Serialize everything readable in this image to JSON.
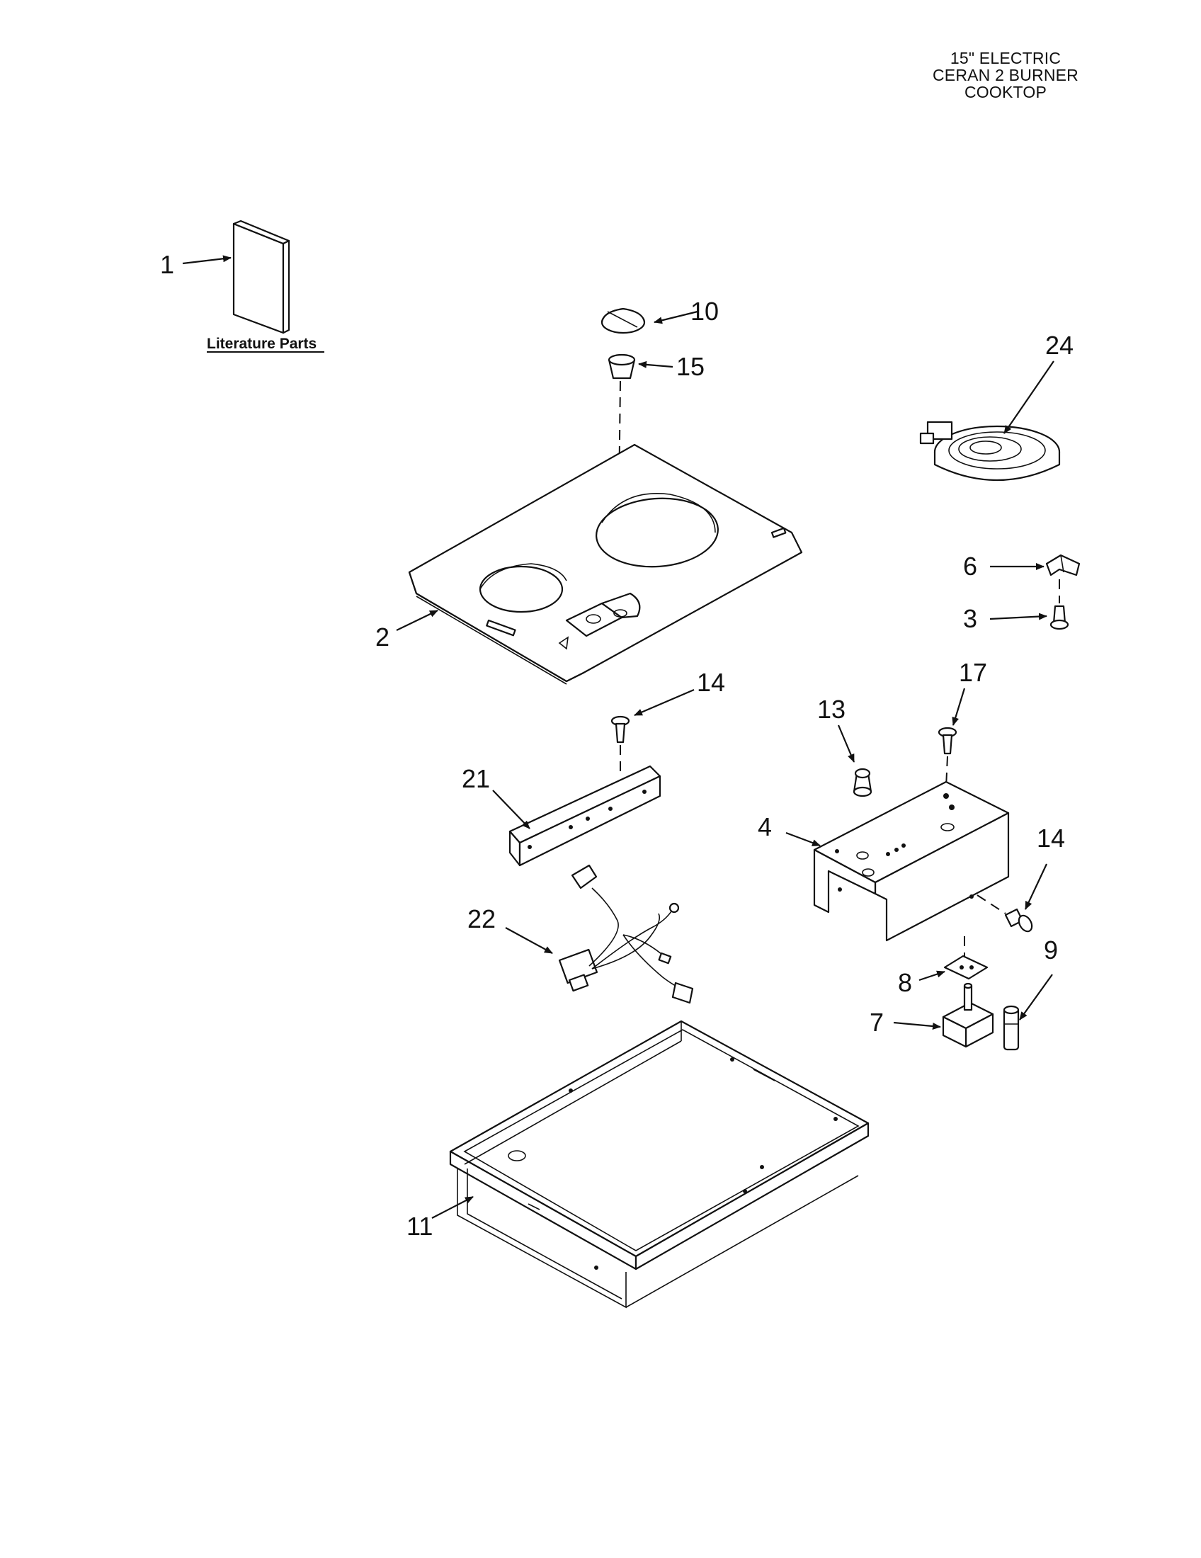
{
  "title": {
    "line1": "15\" ELECTRIC",
    "line2": "CERAN 2 BURNER",
    "line3": "COOKTOP"
  },
  "literature_label": "Literature Parts",
  "callouts": {
    "c1": "1",
    "c2": "2",
    "c3": "3",
    "c4": "4",
    "c6": "6",
    "c7": "7",
    "c8": "8",
    "c9": "9",
    "c10": "10",
    "c11": "11",
    "c13": "13",
    "c14a": "14",
    "c14b": "14",
    "c15": "15",
    "c17": "17",
    "c21": "21",
    "c22": "22",
    "c24": "24"
  }
}
